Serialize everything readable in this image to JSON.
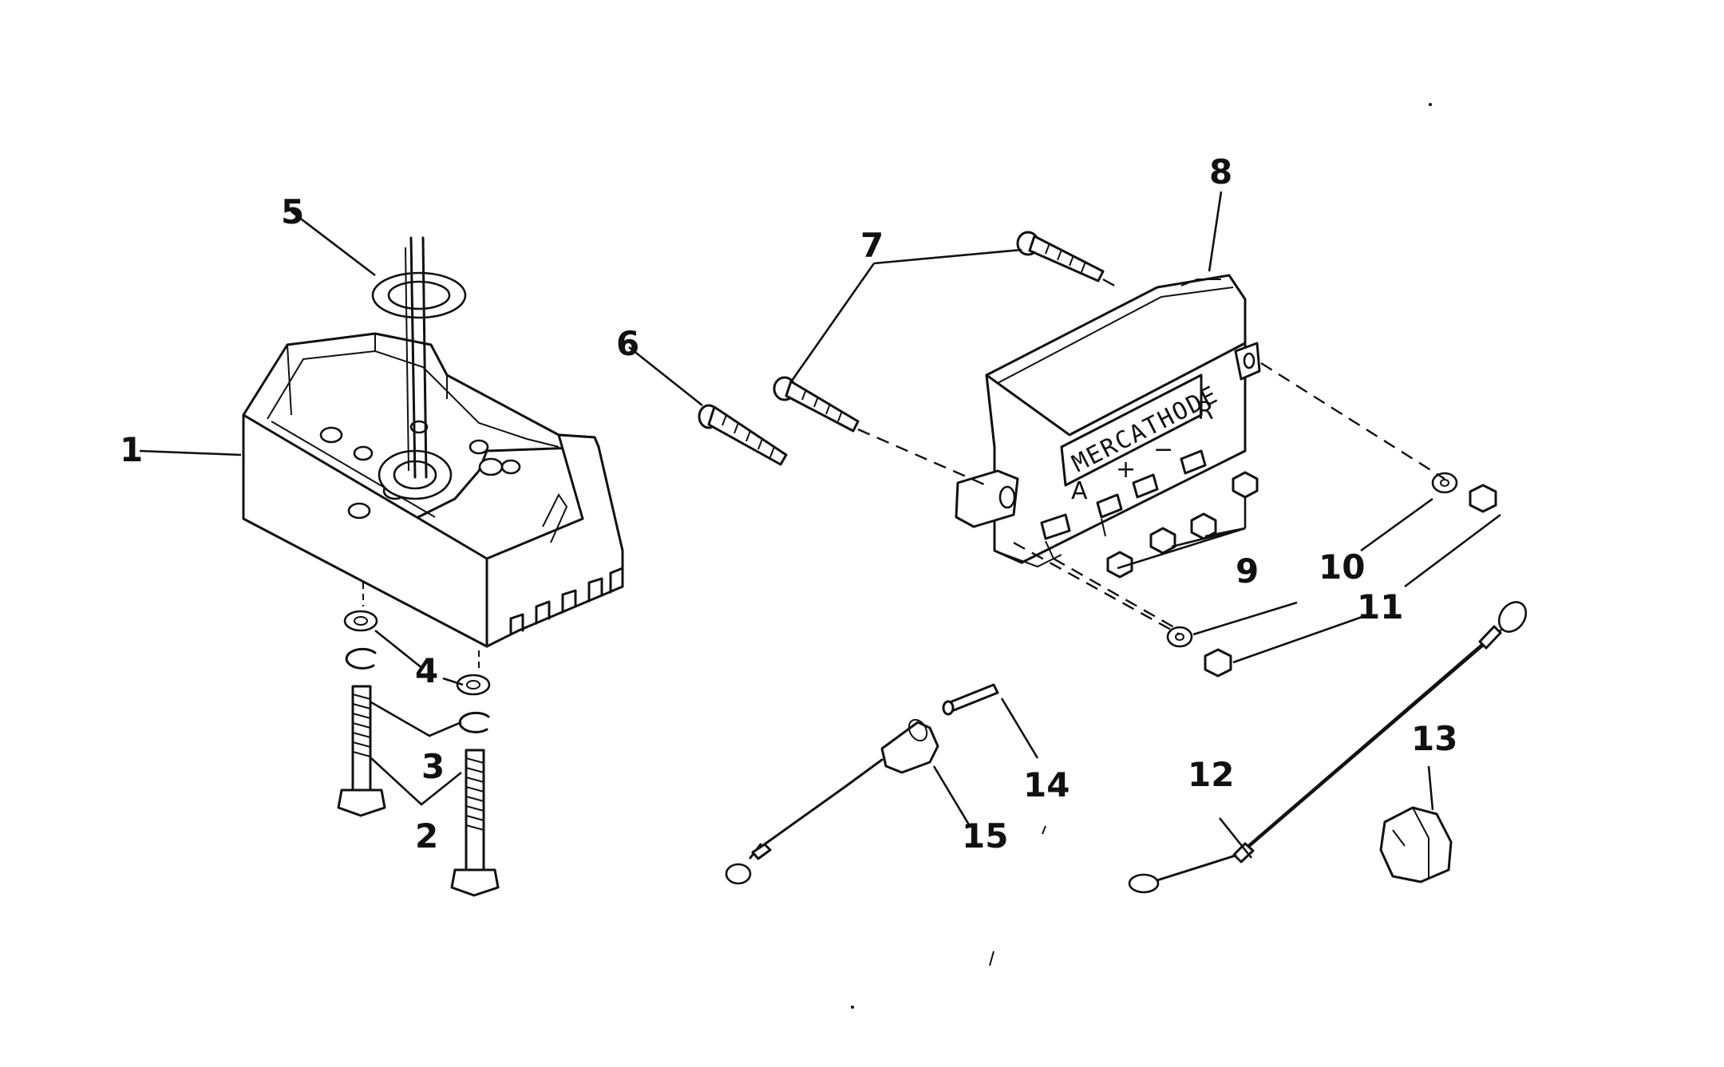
{
  "callouts": {
    "c1": "1",
    "c2": "2",
    "c3": "3",
    "c4": "4",
    "c5": "5",
    "c6": "6",
    "c7": "7",
    "c8": "8",
    "c9": "9",
    "c10": "10",
    "c11": "11",
    "c12": "12",
    "c13": "13",
    "c14": "14",
    "c15": "15"
  },
  "regulator": {
    "plate_label": "MERCATHODE",
    "terminals": {
      "a": "A",
      "plus": "+",
      "minus": "−",
      "r": "R"
    }
  }
}
